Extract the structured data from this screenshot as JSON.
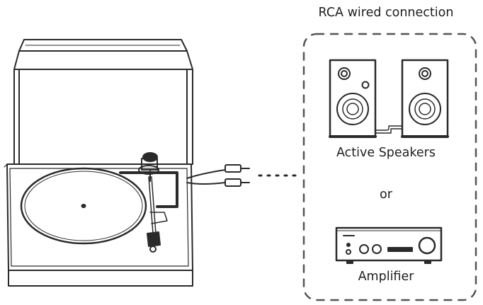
{
  "title": "RCA wired connection",
  "speakers_label": "Active Speakers",
  "separator": "or",
  "amplifier_label": "Amplifier"
}
